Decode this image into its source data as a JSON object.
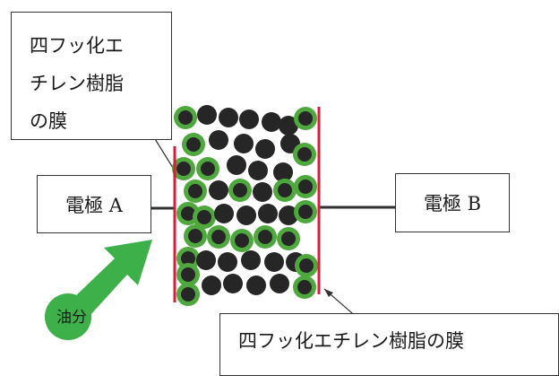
{
  "labels": {
    "membrane_top_lines": [
      "四フッ化エ",
      "チレン樹脂",
      "の膜"
    ],
    "membrane_bottom": "四フッ化エチレン樹脂の膜",
    "electrode_a": "電極 A",
    "electrode_b": "電極 B",
    "oil": "油分"
  },
  "colors": {
    "membrane": "#d91c3a",
    "particle_dark": "#262626",
    "oil_ring": "#4fa83d",
    "oil_arrow": "#3db04a",
    "wire": "#333333"
  }
}
